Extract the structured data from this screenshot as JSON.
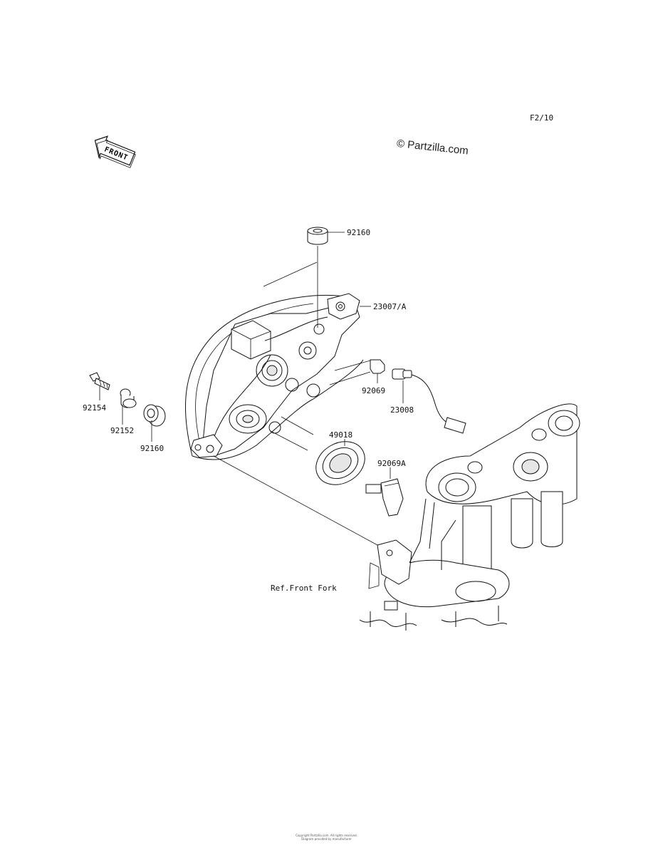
{
  "header": {
    "page_code": "F2/10",
    "watermark": "© Partzilla.com",
    "front_label": "FRONT"
  },
  "parts": [
    {
      "id": "part-92160-top",
      "number": "92160"
    },
    {
      "id": "part-23007",
      "number": "23007/A"
    },
    {
      "id": "part-92069",
      "number": "92069"
    },
    {
      "id": "part-23008",
      "number": "23008"
    },
    {
      "id": "part-49018",
      "number": "49018"
    },
    {
      "id": "part-92069a",
      "number": "92069A"
    },
    {
      "id": "part-92154",
      "number": "92154"
    },
    {
      "id": "part-92152",
      "number": "92152"
    },
    {
      "id": "part-92160-left",
      "number": "92160"
    }
  ],
  "reference": {
    "front_fork": "Ref.Front Fork"
  },
  "footer": {
    "line1": "Copyright Partzilla.com. All rights reserved.",
    "line2": "Diagram provided by manufacturer"
  }
}
